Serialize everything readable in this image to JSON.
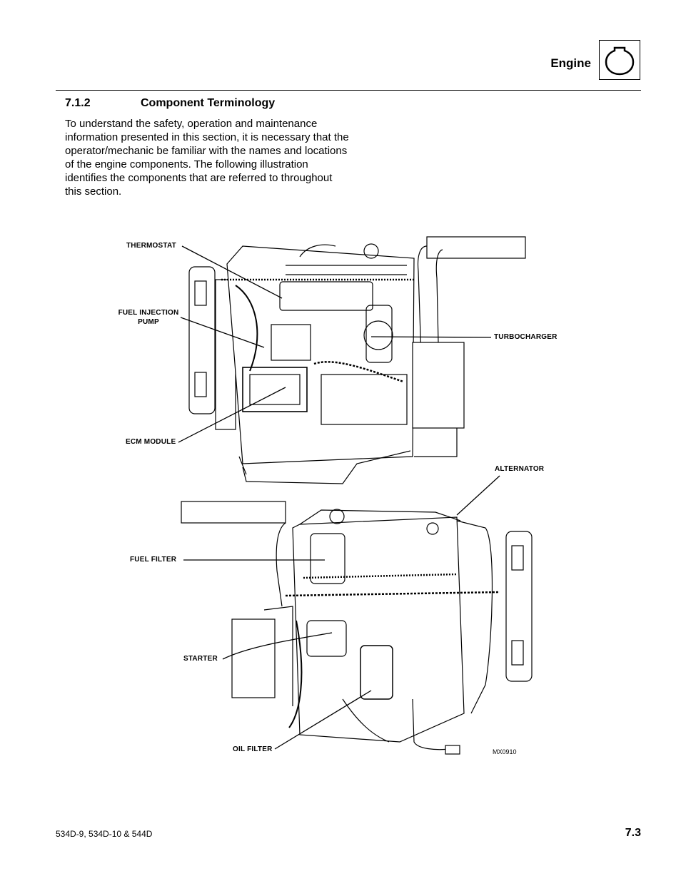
{
  "header": {
    "section": "Engine",
    "icon": "engine-icon"
  },
  "section": {
    "number": "7.1.2",
    "title": "Component Terminology",
    "intro": "To understand the safety, operation and maintenance information presented in this section, it is necessary that the operator/mechanic be familiar with the names and locations of the engine components. The following illustration identifies the components that are referred to throughout this section."
  },
  "figure": {
    "labels": {
      "thermostat": "THERMOSTAT",
      "fuel_injection_pump": "FUEL INJECTION PUMP",
      "turbocharger": "TURBOCHARGER",
      "ecm_module": "ECM MODULE",
      "alternator": "ALTERNATOR",
      "fuel_filter": "FUEL FILTER",
      "starter": "STARTER",
      "oil_filter": "OIL FILTER"
    },
    "id": "MX0910"
  },
  "footer": {
    "models": "534D-9, 534D-10 & 544D",
    "page": "7.3"
  }
}
